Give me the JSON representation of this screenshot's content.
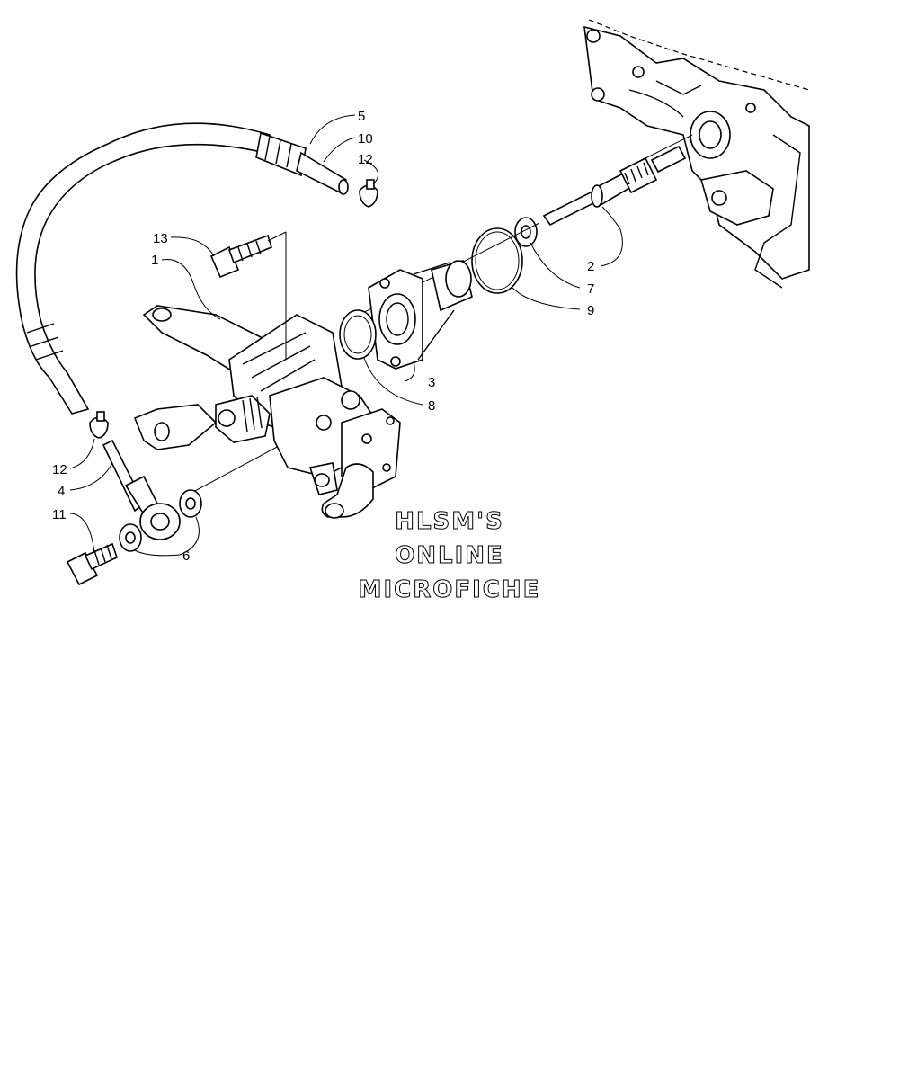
{
  "diagram": {
    "callouts": [
      "5",
      "10",
      "12",
      "13",
      "1",
      "2",
      "7",
      "9",
      "3",
      "8",
      "12",
      "4",
      "11",
      "6"
    ],
    "watermark": [
      "HLSM'S",
      "ONLINE",
      "MICROFICHE"
    ]
  }
}
